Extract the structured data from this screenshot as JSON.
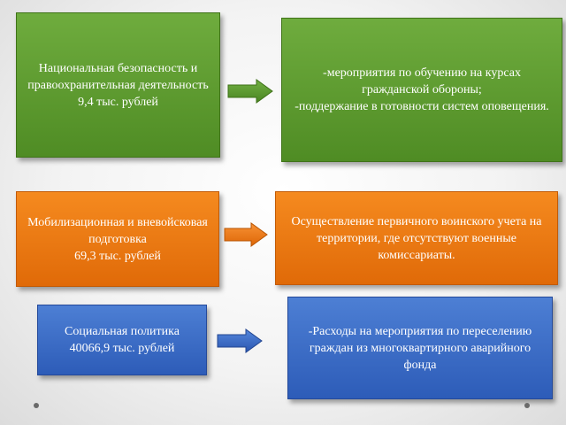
{
  "boxes": {
    "national_security": "Национальная безопасность и правоохранительная деятельность\n9,4 тыс. рублей",
    "civil_defense_measures": "-мероприятия по обучению на курсах гражданской обороны;\n-поддержание в готовности систем оповещения.",
    "mobilization": "Мобилизационная и вневойсковая подготовка\n69,3 тыс. рублей",
    "military_registration": "Осуществление первичного воинского учета на территории, где отсутствуют военные комиссариаты.",
    "social_policy": "Социальная политика\n40066,9 тыс. рублей",
    "resettlement": "-Расходы на мероприятия по переселению граждан  из многоквартирного аварийного фонда"
  },
  "colors": {
    "green": "#5a9a2e",
    "orange": "#ee7a12",
    "blue": "#3a6cc8"
  },
  "icons": [
    "right-arrow-icon",
    "right-arrow-icon",
    "right-arrow-icon"
  ]
}
